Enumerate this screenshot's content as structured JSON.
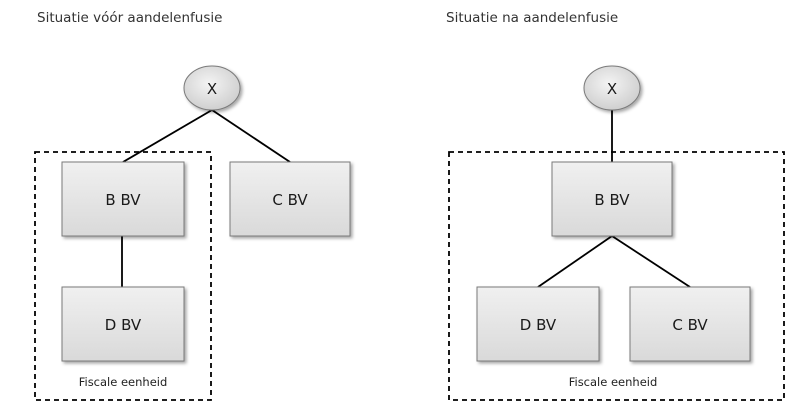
{
  "before": {
    "title": "Situatie vóór aandelenfusie",
    "nodes": {
      "x": "X",
      "b": "B BV",
      "c": "C BV",
      "d": "D BV"
    },
    "group_label": "Fiscale eenheid"
  },
  "after": {
    "title": "Situatie na aandelenfusie",
    "nodes": {
      "x": "X",
      "b": "B BV",
      "d": "D BV",
      "c": "C BV"
    },
    "group_label": "Fiscale eenheid"
  },
  "colors": {
    "node_fill": "#e6e6e6",
    "node_stroke": "#7a7a7a",
    "connector": "#000000",
    "group_border": "#000000"
  }
}
